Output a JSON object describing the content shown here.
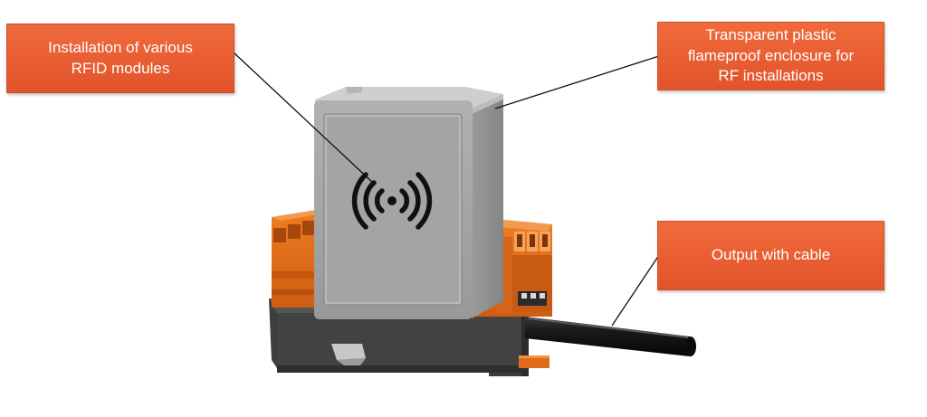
{
  "colors": {
    "callout_fill_top": "#f06a3c",
    "callout_fill_bottom": "#e2532a",
    "enclosure": "#a3a3a3",
    "terminal": "#e06b1a",
    "base": "#3d3d3d",
    "cable": "#161616",
    "rf_symbol": "#111111"
  },
  "icons": {
    "rf": "wireless-signal-icon"
  },
  "callouts": {
    "rfid": "Installation of various\nRFID modules",
    "enclosure": "Transparent plastic\nflameproof enclosure for\nRF installations",
    "output": "Output with cable"
  }
}
